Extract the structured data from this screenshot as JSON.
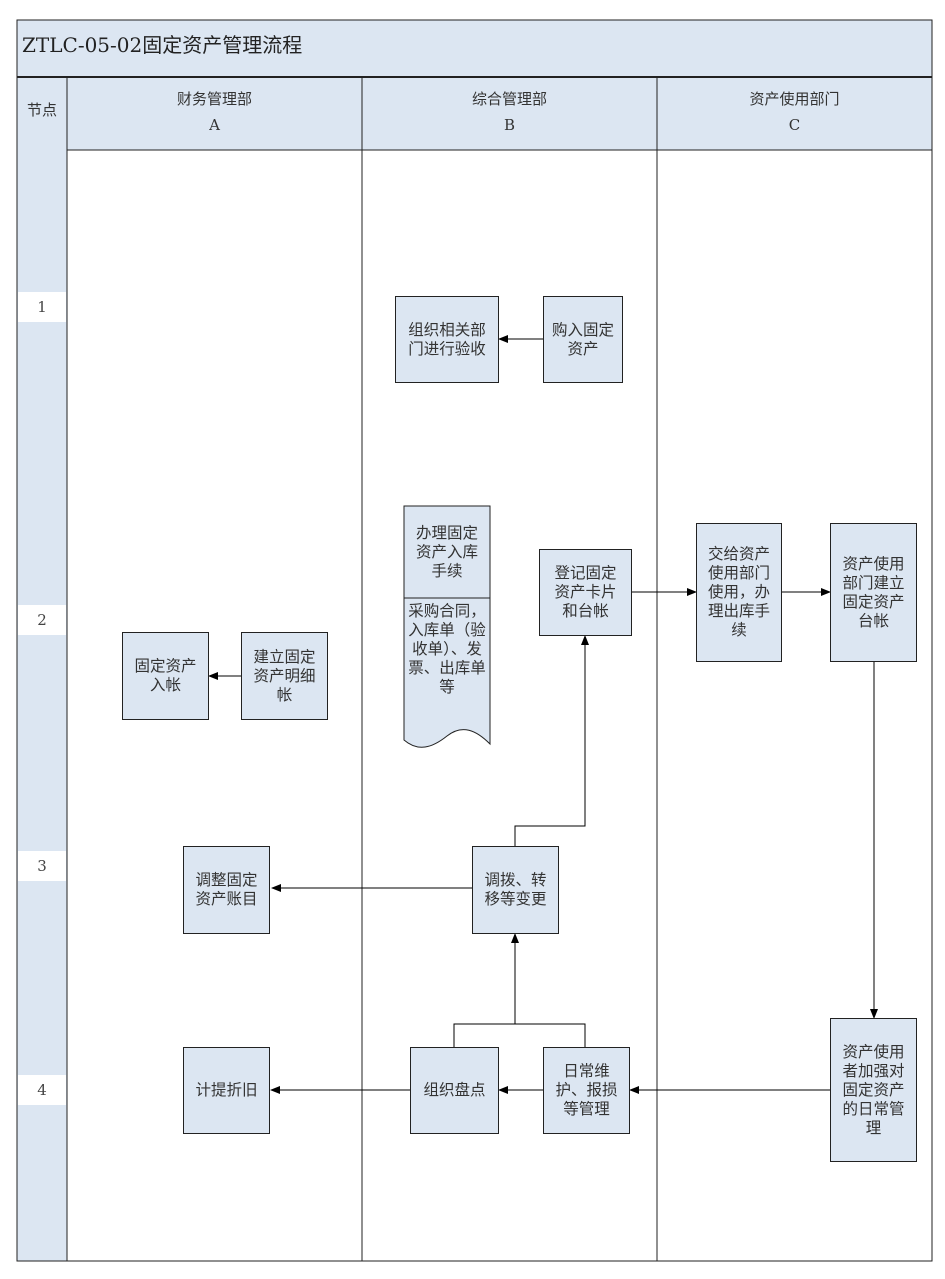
{
  "title": "ZTLC-05-02固定资产管理流程",
  "header": {
    "node_label": "节点",
    "lanes": [
      {
        "name": "财务管理部",
        "code": "A"
      },
      {
        "name": "综合管理部",
        "code": "B"
      },
      {
        "name": "资产使用部门",
        "code": "C"
      }
    ]
  },
  "rows": [
    "1",
    "2",
    "3",
    "4"
  ],
  "boxes": {
    "purchase": "购入固定\n资产",
    "acceptance": "组织相关部\n门进行验收",
    "register_card": "登记固定\n资产卡片\n和台帐",
    "hand_over": "交给资产\n使用部门\n使用，办\n理出库手\n续",
    "dept_ledger": "资产使用\n部门建立\n固定资产\n台帐",
    "build_detail": "建立固定\n资产明细\n帐",
    "book_entry": "固定资产\n入帐",
    "transfer": "调拨、转\n移等变更",
    "adjust_account": "调整固定\n资产账目",
    "daily_maint": "日常维\n护、报损\n等管理",
    "inventory": "组织盘点",
    "depreciation": "计提折旧",
    "user_daily": "资产使用\n者加强对\n固定资产\n的日常管\n理"
  },
  "document": {
    "top": "办理固定\n资产入库\n手续",
    "bottom": "采购合同，\n入库单（验\n收单）、发\n票、出库单\n等"
  }
}
